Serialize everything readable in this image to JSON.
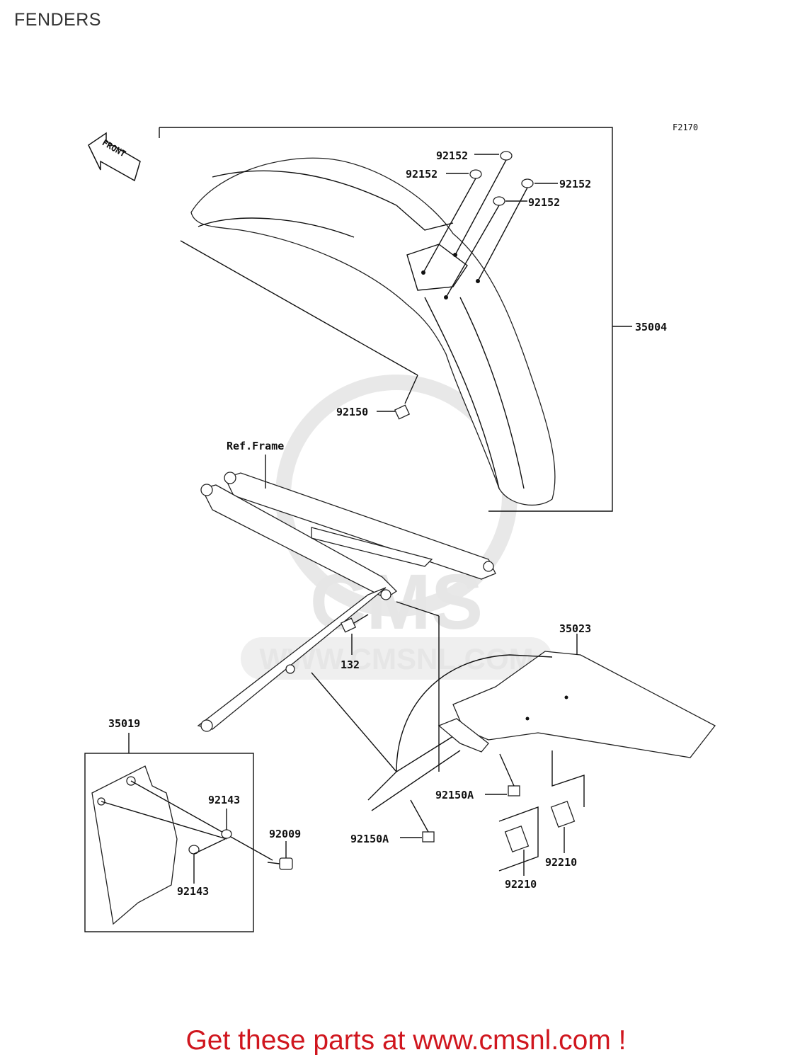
{
  "page_title": "FENDERS",
  "figure_code": "F2170",
  "front_arrow_label": "FRONT",
  "watermark": {
    "brand": "CMS",
    "url": "WWW.CMSNL.COM"
  },
  "callouts": {
    "c92152_a": "92152",
    "c92152_b": "92152",
    "c92152_c": "92152",
    "c92152_d": "92152",
    "c35004": "35004",
    "c92150": "92150",
    "ref_frame": "Ref.Frame",
    "c132": "132",
    "c35023": "35023",
    "c35019": "35019",
    "c92143_a": "92143",
    "c92143_b": "92143",
    "c92009": "92009",
    "c92150A_a": "92150A",
    "c92150A_b": "92150A",
    "c92210_a": "92210",
    "c92210_b": "92210"
  },
  "footer_text": "Get these parts at www.cmsnl.com !",
  "colors": {
    "footer": "#d0161e",
    "line": "#111111",
    "watermark": "#e6e6e6"
  }
}
